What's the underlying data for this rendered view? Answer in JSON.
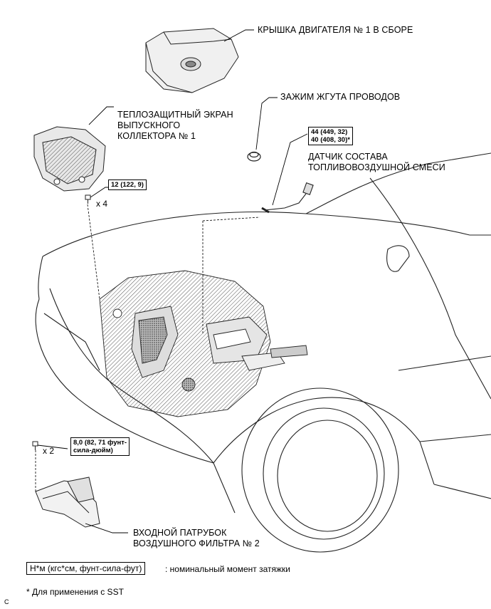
{
  "labels": {
    "engine_cover": "КРЫШКА ДВИГАТЕЛЯ № 1 В СБОРЕ",
    "wire_clamp": "ЗАЖИМ ЖГУТА ПРОВОДОВ",
    "heat_shield_line1": "ТЕПЛОЗАЩИТНЫЙ ЭКРАН",
    "heat_shield_line2": "ВЫПУСКНОГО",
    "heat_shield_line3": "КОЛЛЕКТОРА № 1",
    "af_sensor_line1": "ДАТЧИК СОСТАВА",
    "af_sensor_line2": "ТОПЛИВОВОЗДУШНОЙ СМЕСИ",
    "air_inlet_line1": "ВХОДНОЙ ПАТРУБОК",
    "air_inlet_line2": "ВОЗДУШНОГО ФИЛЬТРА № 2"
  },
  "torques": {
    "sensor_line1": "44 (449, 32)",
    "sensor_line2": "40 (408, 30)*",
    "heat_shield": "12 (122, 9)",
    "inlet_line1": "8,0 (82, 71 фунт-",
    "inlet_line2": "сила-дюйм)"
  },
  "quantities": {
    "heat_shield_bolts": "x 4",
    "inlet_bolts": "x 2"
  },
  "legend": {
    "units": "Н*м (кгс*см, фунт-сила-фут)",
    "meaning": ": номинальный момент затяжки",
    "footnote": "* Для применения с SST",
    "corner_letter": "C"
  },
  "icons": {
    "engine_cover": "engine-cover-part",
    "heat_shield": "heat-shield-part",
    "clamp": "wire-clamp-part",
    "sensor": "af-sensor-part",
    "air_inlet": "air-inlet-duct-part",
    "bolt": "bolt-icon",
    "vehicle": "vehicle-outline"
  }
}
